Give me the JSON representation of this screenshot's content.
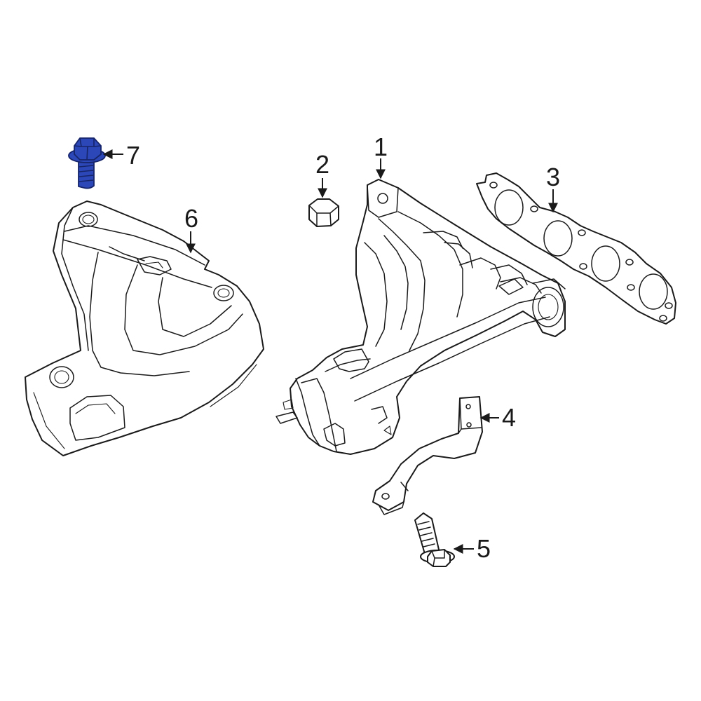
{
  "diagram": {
    "highlight_color": "#2c48b8",
    "callouts": [
      {
        "id": "1",
        "label": "1"
      },
      {
        "id": "2",
        "label": "2"
      },
      {
        "id": "3",
        "label": "3"
      },
      {
        "id": "4",
        "label": "4"
      },
      {
        "id": "5",
        "label": "5"
      },
      {
        "id": "6",
        "label": "6"
      },
      {
        "id": "7",
        "label": "7"
      }
    ]
  }
}
